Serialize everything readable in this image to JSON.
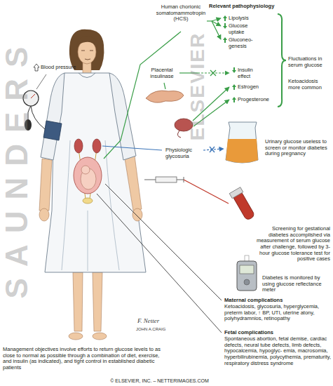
{
  "diagram": {
    "labels": [
      "Human chorionic somatomammotropin (HCS)",
      "Relevant pathophysiology",
      "Lipolysis",
      "Glucose uptake",
      "Gluconeo- genesis",
      "Placental insulinase",
      "Insulin effect",
      "Estrogen",
      "Progesterone",
      "Fluctuations in serum glucose",
      "Ketoacidosis more common",
      "Blood pressure",
      "Physiologic glycosuria",
      "Urinary glucose useless to screen or monitor diabetes during pregnancy",
      "Screening for gestational diabetes accomplished via measurement of serum glucose after challenge, followed by 3-hour glucose tolerance test for positive cases",
      "Diabetes is monitored by using glucose reflectance meter",
      "Maternal complications",
      "Ketoacidosis, glycosuria, hyperglycemia, preterm labor, ↑ BP, UTI, uterine atony, polyhydramnios, retinopathy",
      "Fetal complications",
      "Spontaneous abortion, fetal demise, cardiac defects, neural tube defects, limb defects, hypocalcemia, hypoglyc- emia, macrosomia, hyperbilirubinemia, polycythemia, prematurity, respiratory distress syndrome",
      "Management objectives involve efforts to return glucose levels to as close to normal as possible through a combination of diet, exercise, and insulin (as indicated), and tight control in established diabetic patients",
      "© ELSEVIER, INC. – NETTERIMAGES.COM",
      "SAUNDERS",
      "ELSEVIER",
      "F. Netter",
      "JOHN A.CRAIG"
    ]
  }
}
